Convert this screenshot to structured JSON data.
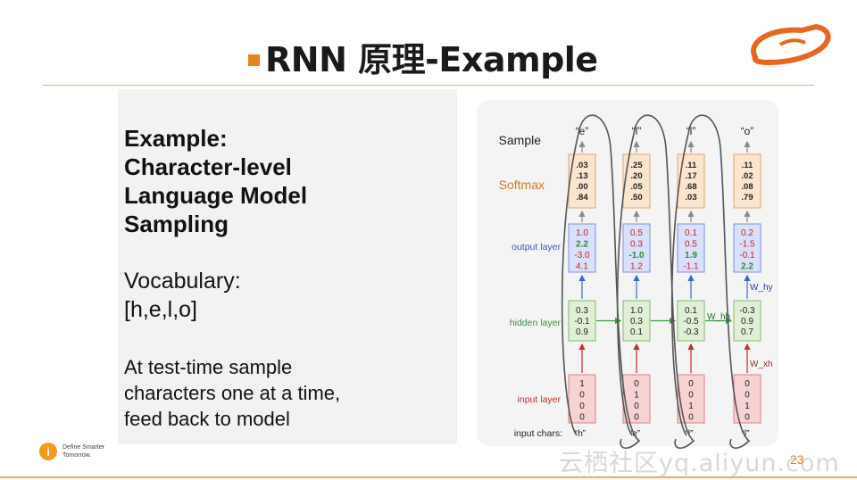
{
  "slide": {
    "title": "RNN 原理-Example",
    "page_number": "23"
  },
  "left": {
    "heading": [
      "Example:",
      "Character-level",
      "Language Model",
      "Sampling"
    ],
    "vocab_title": "Vocabulary:",
    "vocab_list": "[h,e,l,o]",
    "note": [
      "At test-time sample",
      "characters one at a time,",
      "feed back to model"
    ]
  },
  "diagram": {
    "row_labels": {
      "sample": "Sample",
      "softmax": "Softmax",
      "output": "output layer",
      "hidden": "hidden layer",
      "input": "input layer",
      "input_chars": "input chars:"
    },
    "weights": {
      "w_hy": "W_hy",
      "w_hh": "W_hh",
      "w_xh": "W_xh"
    },
    "columns": [
      {
        "sample": "“e”",
        "softmax": [
          ".03",
          ".13",
          ".00",
          ".84"
        ],
        "output": [
          "1.0",
          "2.2",
          "-3.0",
          "4.1"
        ],
        "output_colors": [
          "#cc2222",
          "#2e8b2e",
          "#cc2222",
          "#cc2222"
        ],
        "hidden": [
          "0.3",
          "-0.1",
          "0.9"
        ],
        "input": [
          "1",
          "0",
          "0",
          "0"
        ],
        "char": "“h”"
      },
      {
        "sample": "“l”",
        "softmax": [
          ".25",
          ".20",
          ".05",
          ".50"
        ],
        "output": [
          "0.5",
          "0.3",
          "-1.0",
          "1.2"
        ],
        "output_colors": [
          "#cc2222",
          "#cc2222",
          "#2e8b2e",
          "#cc2222"
        ],
        "hidden": [
          "1.0",
          "0.3",
          "0.1"
        ],
        "input": [
          "0",
          "1",
          "0",
          "0"
        ],
        "char": "“e”"
      },
      {
        "sample": "“l”",
        "softmax": [
          ".11",
          ".17",
          ".68",
          ".03"
        ],
        "output": [
          "0.1",
          "0.5",
          "1.9",
          "-1.1"
        ],
        "output_colors": [
          "#cc2222",
          "#cc2222",
          "#2e8b2e",
          "#cc2222"
        ],
        "hidden": [
          "0.1",
          "-0.5",
          "-0.3"
        ],
        "input": [
          "0",
          "0",
          "1",
          "0"
        ],
        "char": "“l”"
      },
      {
        "sample": "“o”",
        "softmax": [
          ".11",
          ".02",
          ".08",
          ".79"
        ],
        "output": [
          "0.2",
          "-1.5",
          "-0.1",
          "2.2"
        ],
        "output_colors": [
          "#cc2222",
          "#cc2222",
          "#cc2222",
          "#2e8b2e"
        ],
        "hidden": [
          "-0.3",
          "0.9",
          "0.7"
        ],
        "input": [
          "0",
          "0",
          "1",
          "0"
        ],
        "char": "“l”"
      }
    ]
  },
  "footer": {
    "logo_letter": "i",
    "slogan": [
      "Define Smarter",
      "Tomorrow."
    ],
    "watermark": "云栖社区yq.aliyun.com"
  },
  "colors": {
    "accent": "#e8821e",
    "softmax_fill": "#fbe5cf",
    "softmax_stroke": "#e0a46a",
    "output_fill": "#d9e0fb",
    "output_stroke": "#7f8fe0",
    "hidden_fill": "#dff0d6",
    "hidden_stroke": "#82bd6a",
    "input_fill": "#f6d2d2",
    "input_stroke": "#d98282"
  }
}
